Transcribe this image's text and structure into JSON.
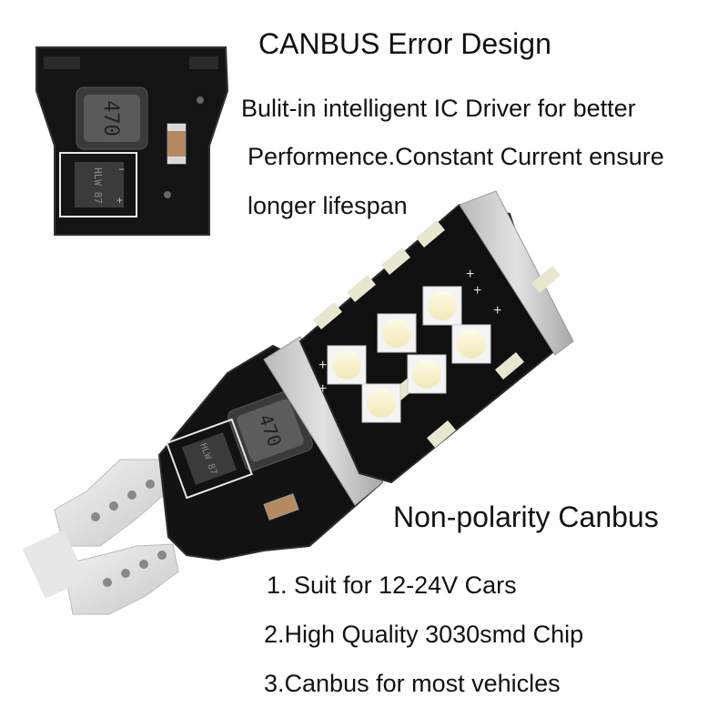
{
  "top_section": {
    "title": "CANBUS Error Design",
    "description_lines": [
      "Bulit-in intelligent IC Driver for better",
      "Performence.Constant Current ensure",
      "longer lifespan"
    ]
  },
  "bottom_section": {
    "title": "Non-polarity Canbus",
    "features": [
      "1. Suit for 12-24V Cars",
      "2.High Quality 3030smd Chip",
      "3.Canbus for most vehicles"
    ]
  },
  "chip_markings": {
    "inductor": "470",
    "ic": "HLW 87"
  },
  "colors": {
    "pcb": "#111111",
    "led": "#f2f0d8",
    "ceramic": "#cfcfcf",
    "text": "#111111"
  }
}
